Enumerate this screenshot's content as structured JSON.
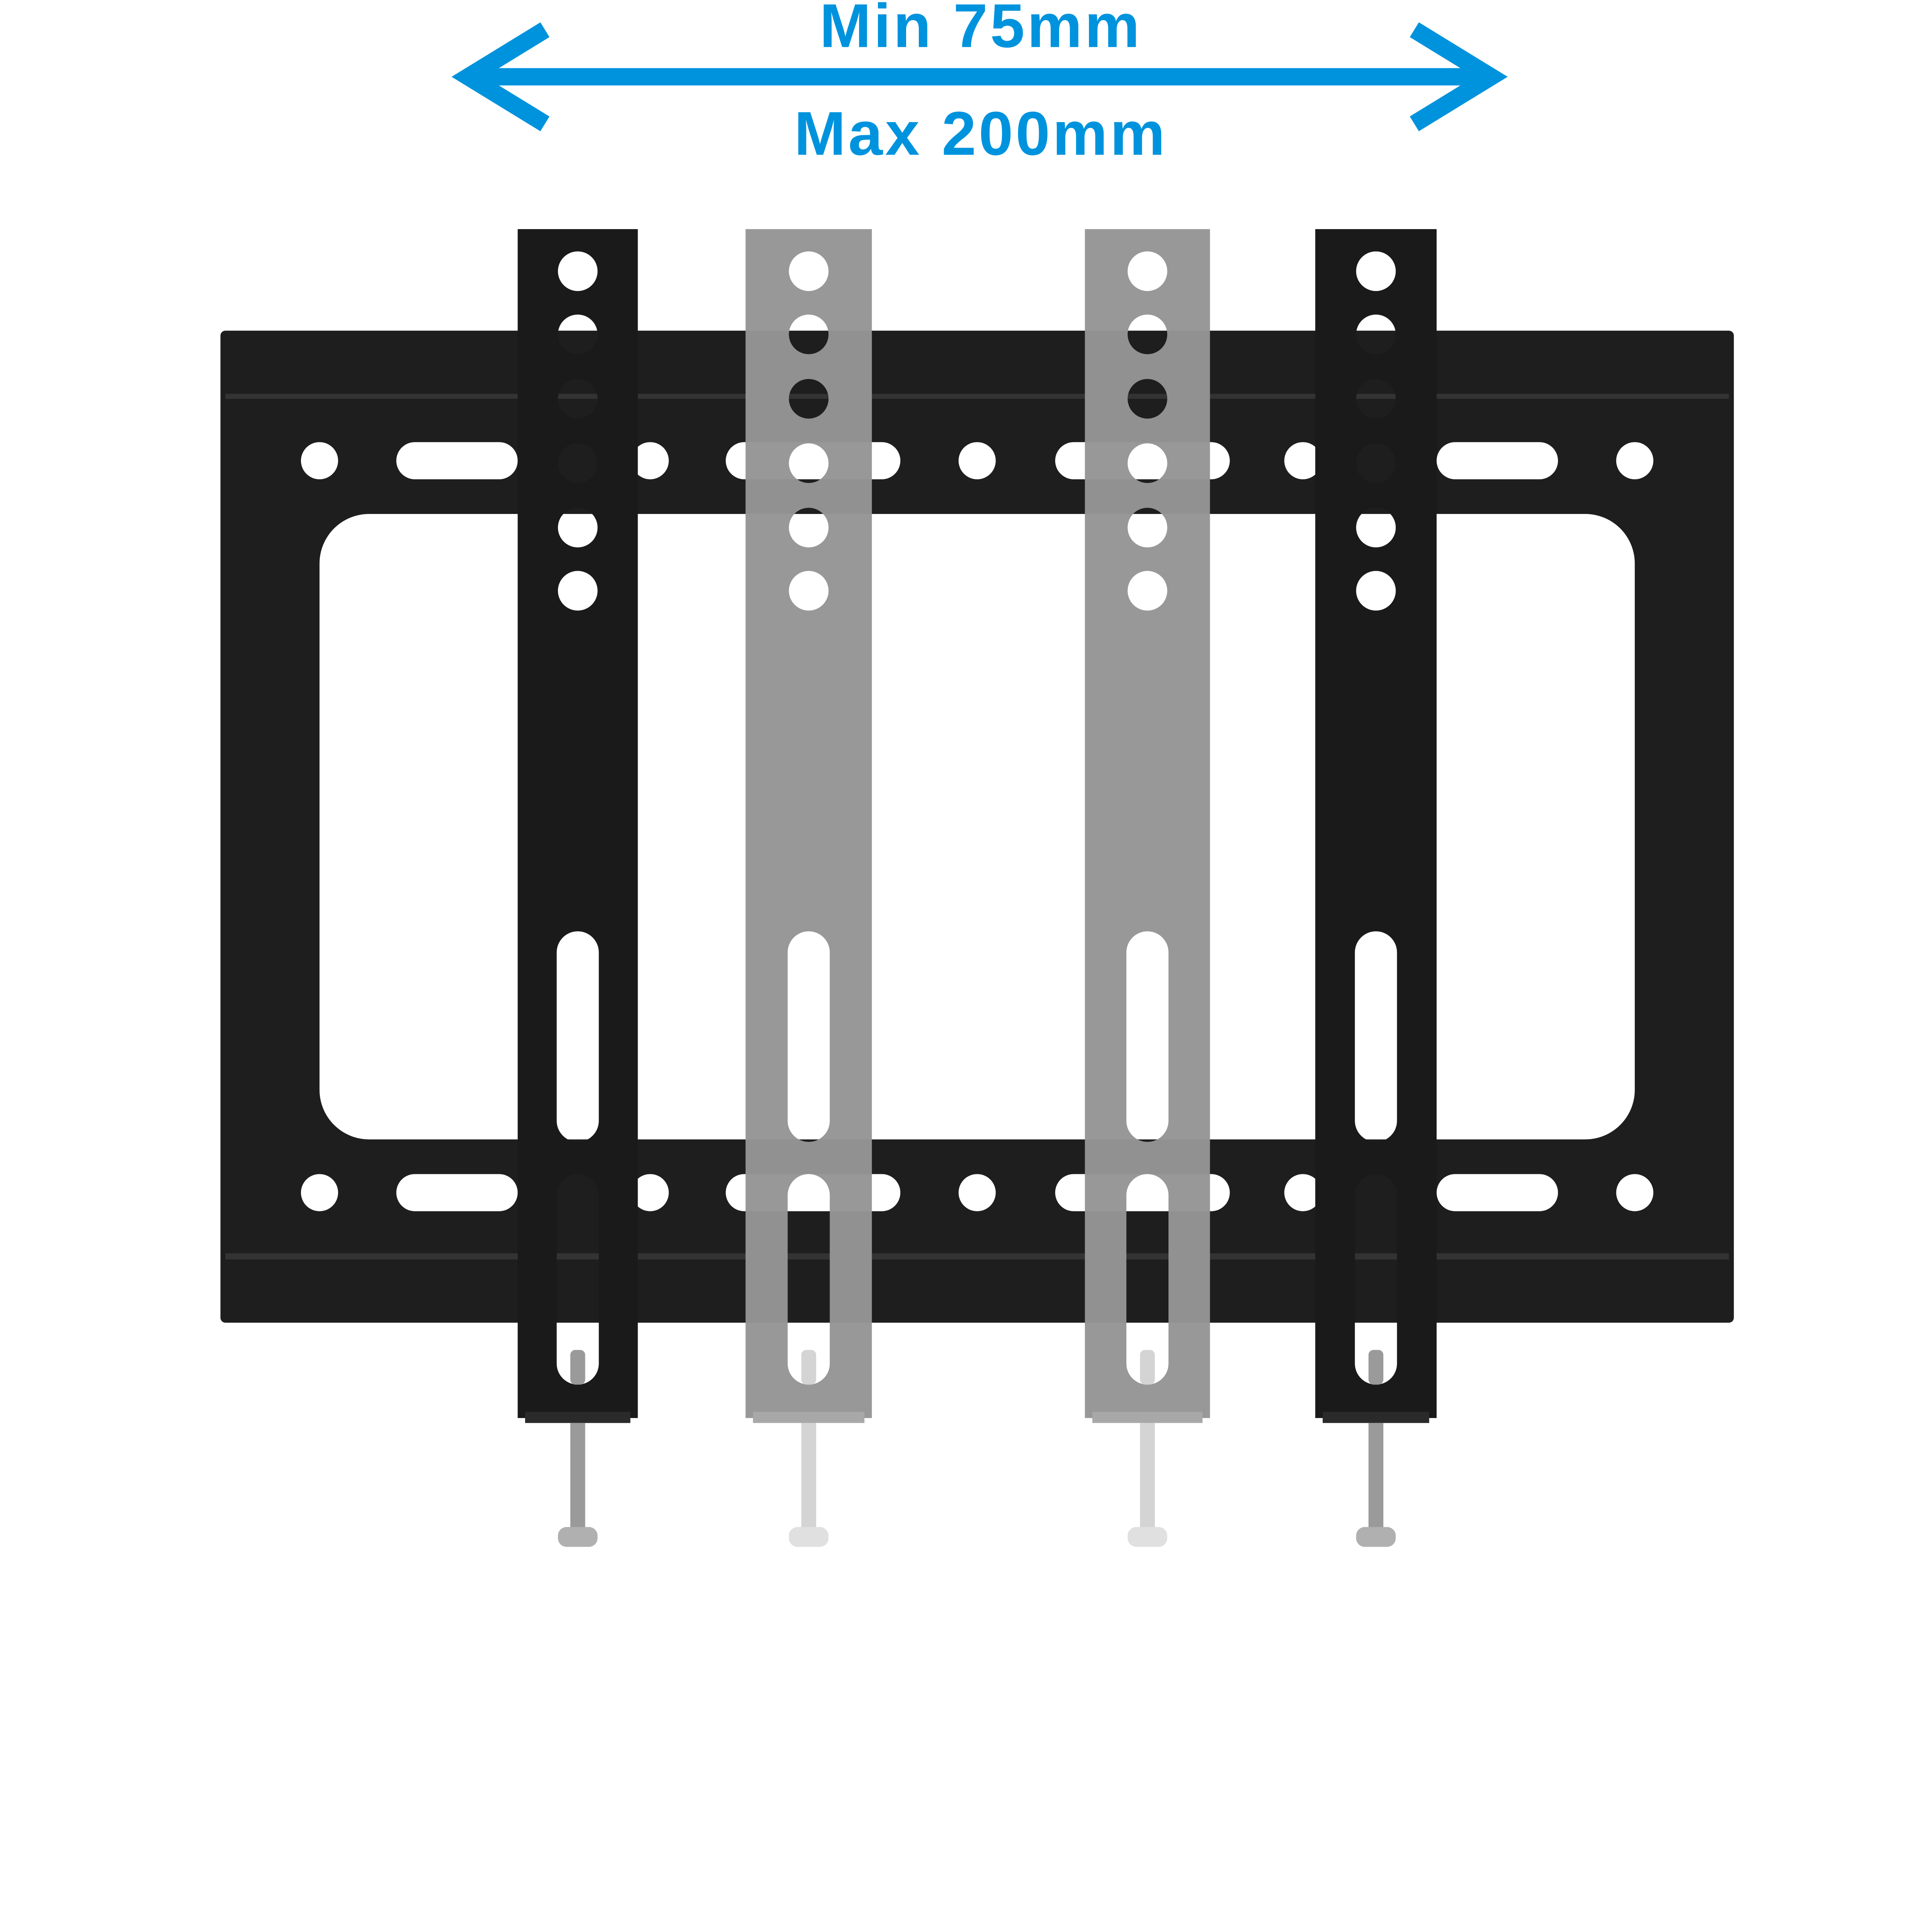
{
  "dimension": {
    "min_label": "Min 75mm",
    "max_label": "Max 200mm",
    "color": "#0093DD"
  },
  "product": {
    "frame_color": "#1E1E1E",
    "active_arm_color": "#1A1A1A",
    "ghost_arm_color": "#959595",
    "arms": [
      {
        "name": "arm-left-max",
        "state": "active"
      },
      {
        "name": "arm-left-min",
        "state": "ghost"
      },
      {
        "name": "arm-right-min",
        "state": "ghost"
      },
      {
        "name": "arm-right-max",
        "state": "active"
      }
    ]
  }
}
